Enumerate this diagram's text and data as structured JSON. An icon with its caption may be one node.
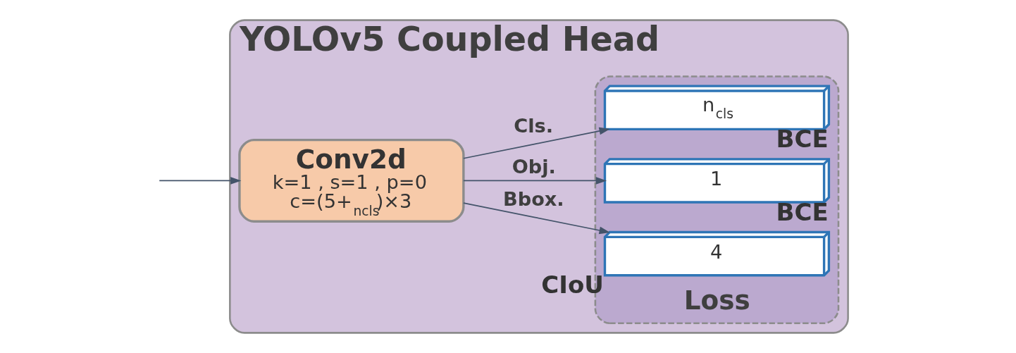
{
  "diagram": {
    "nodes": [
      {
        "text": [
          "YOLOv5 Coupled Head"
        ]
      },
      {
        "text": [
          "Conv2d",
          "k=1 , s=1 , p=0",
          "c=(5+$_{ncls}$)×3"
        ],
        "in": 0
      },
      {
        "text": [
          "Loss"
        ],
        "in": 0
      },
      {
        "text": [
          "4"
        ],
        "in": 2,
        "beside": [
          "CIoU"
        ]
      },
      {
        "text": [
          "1"
        ],
        "in": 2,
        "beside": [
          "BCE"
        ]
      },
      {
        "text": [
          "n$_{cls}$"
        ],
        "in": 2,
        "beside": [
          "BCE"
        ]
      }
    ],
    "edges": [
      {
        "from": null,
        "to": 1,
        "arrow": "to"
      },
      {
        "from": 1,
        "to": 3,
        "arrow": "to",
        "label": "Bbox."
      },
      {
        "from": 1,
        "to": 4,
        "arrow": "to",
        "label": "Obj."
      },
      {
        "from": 1,
        "to": 5,
        "arrow": "to",
        "label": "Cls."
      }
    ]
  }
}
